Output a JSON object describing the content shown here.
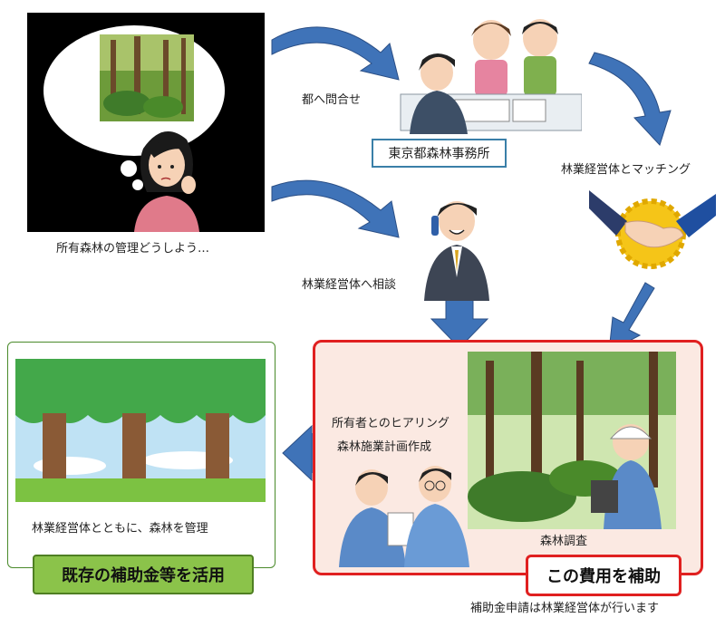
{
  "labels": {
    "owner_caption": "所有森林の管理どうしよう…",
    "inquiry": "都へ問合せ",
    "office": "東京都森林事務所",
    "matching": "林業経営体とマッチング",
    "consult": "林業経営体へ相談",
    "hearing_line1": "所有者とのヒアリング",
    "hearing_line2": "森林施業計画作成",
    "survey": "森林調査",
    "manage_together": "林業経営体とともに、森林を管理",
    "existing_subsidy": "既存の補助金等を活用",
    "subsidize_cost": "この費用を補助",
    "footnote": "補助金申請は林業経営体が行います"
  },
  "colors": {
    "arrow_blue": "#3f73b8",
    "red_border": "#e02020",
    "green_border": "#4a8a2a",
    "green_badge": "#8bc34a",
    "office_border": "#3a7fa8"
  }
}
